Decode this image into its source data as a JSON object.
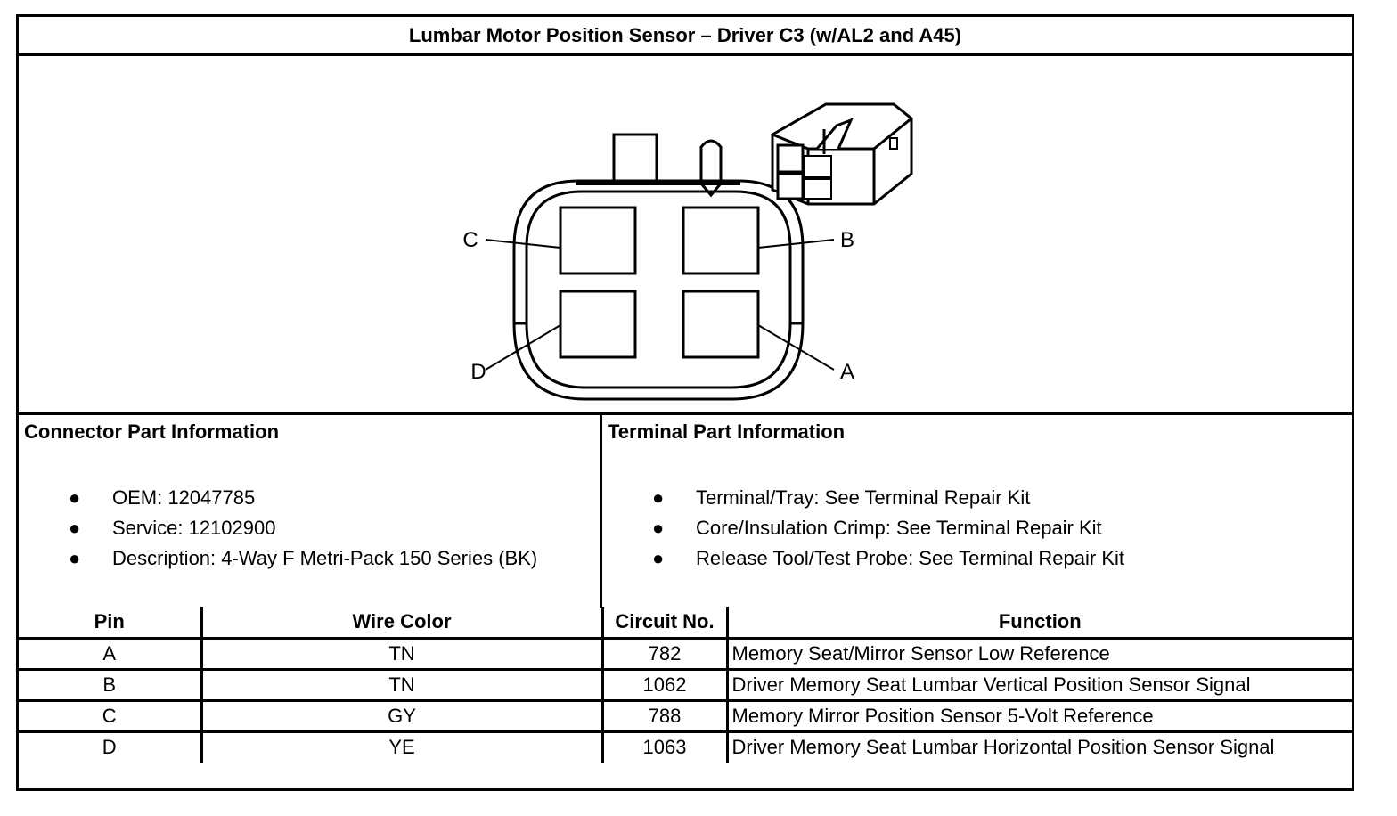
{
  "title": "Lumbar Motor Position Sensor – Driver C3 (w/AL2 and A45)",
  "diagram": {
    "pin_labels": {
      "A": "A",
      "B": "B",
      "C": "C",
      "D": "D"
    },
    "icons": [
      "connector-face-icon",
      "connector-3d-icon"
    ]
  },
  "connector_info": {
    "heading": "Connector Part Information",
    "items": [
      "OEM: 12047785",
      "Service: 12102900",
      "Description: 4-Way F Metri-Pack 150 Series (BK)"
    ]
  },
  "terminal_info": {
    "heading": "Terminal Part Information",
    "items": [
      "Terminal/Tray: See Terminal Repair Kit",
      "Core/Insulation Crimp: See Terminal Repair Kit",
      "Release Tool/Test Probe: See Terminal Repair Kit"
    ]
  },
  "bullet": "●",
  "pin_table": {
    "headers": {
      "pin": "Pin",
      "wire_color": "Wire Color",
      "circuit": "Circuit No.",
      "function": "Function"
    },
    "rows": [
      {
        "pin": "A",
        "wire_color": "TN",
        "circuit": "782",
        "function": "Memory Seat/Mirror Sensor Low Reference"
      },
      {
        "pin": "B",
        "wire_color": "TN",
        "circuit": "1062",
        "function": "Driver Memory Seat Lumbar Vertical Position Sensor Signal"
      },
      {
        "pin": "C",
        "wire_color": "GY",
        "circuit": "788",
        "function": "Memory Mirror Position Sensor 5-Volt Reference"
      },
      {
        "pin": "D",
        "wire_color": "YE",
        "circuit": "1063",
        "function": "Driver Memory Seat Lumbar Horizontal Position Sensor Signal"
      }
    ]
  }
}
